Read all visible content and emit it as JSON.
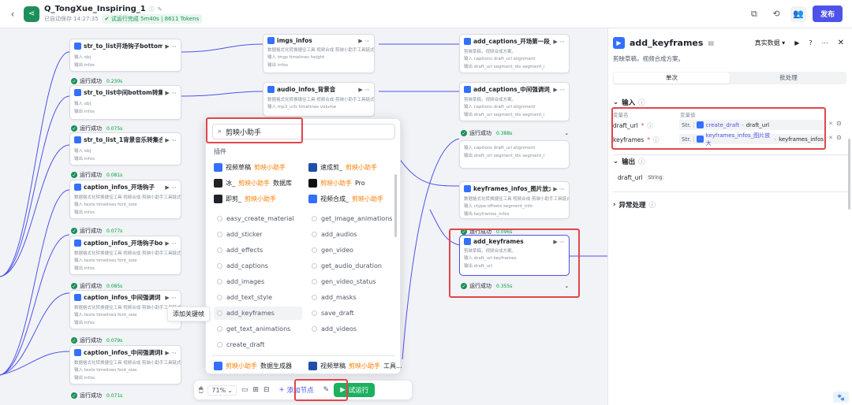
{
  "header": {
    "title": "Q_TongXue_Inspiring_1",
    "autosave": "已自动保存 14:27:35",
    "run_status": "试运行完成 5m40s | 8611 Tokens",
    "publish": "发布"
  },
  "nodes": [
    {
      "name": "str_to_list开场钩子bottom转",
      "rows": [
        "输入 obj",
        "输出 infos"
      ]
    },
    {
      "name": "str_to_list中间bottom转集合",
      "rows": [
        "输入 obj",
        "输出 infos"
      ]
    },
    {
      "name": "str_to_list_1背景音乐转集合",
      "rows": [
        "输入 obj",
        "输出 infos"
      ]
    },
    {
      "name": "caption_infos_开场钩子",
      "desc": "数据格式化转换捷径工具 视频合成·剪映小助手工具链式生成器",
      "rows": [
        "输入 texts timelines font_size",
        "输出 infos"
      ]
    },
    {
      "name": "caption_infos_开场钩子bott...",
      "desc": "数据格式化转换捷径工具 视频合成·剪映小助手工具链式生成器",
      "rows": [
        "输入 texts timelines font_size",
        "输出 infos"
      ]
    },
    {
      "name": "caption_infos_中间强调词",
      "desc": "数据格式化转换捷径工具 视频合成·剪映小助手工具链式生成器",
      "rows": [
        "输入 texts timelines font_size",
        "输出 infos"
      ]
    },
    {
      "name": "caption_infos_中间强调词b...",
      "desc": "数据格式化转换捷径工具 视频合成·剪映小助手工具链式生成器",
      "rows": [
        "输入 texts timelines font_size",
        "输出 infos"
      ]
    },
    {
      "name": "imgs_infos",
      "desc": "数据格式化转换捷径工具 视频合成·剪映小助手工具链式生成器",
      "rows": [
        "输入 imgs timelines height",
        "输出 infos"
      ]
    },
    {
      "name": "audio_infos_背景音",
      "desc": "数据格式化转换捷径工具 视频合成·剪映小助手工具链式生成器",
      "rows": [
        "输入 mp3_urls timelines volume",
        "输出 infos"
      ]
    },
    {
      "name": "add_captions_开场第一段_b...",
      "desc": "剪映草稿，视频合成方案。",
      "rows": [
        "输入 captions draft_url alignment",
        "输出 draft_url segment_ids segment_i"
      ]
    },
    {
      "name": "add_captions_中间强调词_b...",
      "desc": "剪映草稿，视频合成方案。",
      "rows": [
        "输入 captions draft_url alignment",
        "输出 draft_url segment_ids segment_i"
      ]
    },
    {
      "name": "keyframes_infos_图片放大",
      "desc": "数据格式化转换捷径工具 视频合成·剪映小助手工具链式生成器",
      "rows": [
        "输入 ctype offsets segment_info",
        "输出 keyframes_infos"
      ]
    },
    {
      "name": "add_keyframes",
      "desc": "剪映草稿，视频合成方案。",
      "rows": [
        "输入 draft_url keyframes",
        "输出 draft_url"
      ]
    }
  ],
  "status": {
    "label": "运行成功",
    "durations": [
      "0.230s",
      "0.075s",
      "0.081s",
      "0.077s",
      "0.085s",
      "0.079s",
      "0.071s",
      "0.388s",
      "0.096s",
      "0.355s"
    ]
  },
  "popup": {
    "search_value": "剪映小助手",
    "section_plugins": "插件",
    "plugins": [
      {
        "pre": "视频草稿",
        "hl": "剪映小助手",
        "post": ""
      },
      {
        "pre": "速成剪_",
        "hl": "剪映小助手",
        "post": ""
      },
      {
        "pre": "冰_",
        "hl": "剪映小助手",
        "post": "数据库"
      },
      {
        "pre": "",
        "hl": "剪映小助手",
        "post": "Pro"
      },
      {
        "pre": "即剪_",
        "hl": "剪映小助手",
        "post": ""
      },
      {
        "pre": "视频合成_",
        "hl": "剪映小助手",
        "post": ""
      }
    ],
    "functions_left": [
      "easy_create_material",
      "add_sticker",
      "add_effects",
      "add_captions",
      "add_images",
      "add_text_style",
      "add_keyframes",
      "get_text_animations",
      "create_draft"
    ],
    "functions_right": [
      "get_image_animations",
      "add_audios",
      "gen_video",
      "get_audio_duration",
      "gen_video_status",
      "add_masks",
      "save_draft",
      "add_videos"
    ],
    "bottom_plugins": [
      {
        "pre": "",
        "hl": "剪映小助手",
        "post": "数据生成器"
      },
      {
        "pre": "视频草稿",
        "hl": "剪映小助手",
        "post": "工具..."
      }
    ],
    "tooltip": "添加关键帧"
  },
  "toolbar": {
    "zoom": "71%",
    "add_node": "添加节点",
    "test_run": "试运行"
  },
  "panel": {
    "title": "add_keyframes",
    "data_mode": "真实数据",
    "desc": "剪映草稿，视频合成方案。",
    "tabs": [
      "单次",
      "批处理"
    ],
    "input_label": "输入",
    "col_name": "变量名",
    "col_value": "变量值",
    "inputs": [
      {
        "name": "draft_url",
        "type": "Str.",
        "source": "create_draft",
        "var": "draft_url"
      },
      {
        "name": "keyframes",
        "type": "Str.",
        "source": "keyframes_infos_图片放大",
        "var": "keyframes_infos"
      }
    ],
    "output_label": "输出",
    "output_var": "draft_url",
    "output_type": "String",
    "exception_label": "异常处理"
  },
  "colors": {
    "accent": "#4d53e8",
    "success": "#1db05e",
    "highlight": "#ff7d00",
    "annotation": "#e0464b"
  }
}
